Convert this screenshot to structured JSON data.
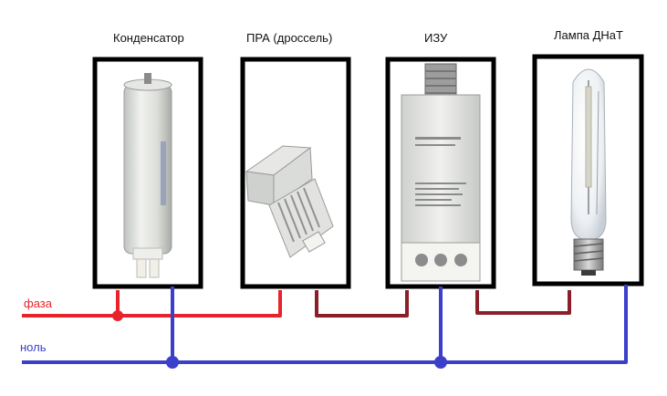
{
  "components": [
    {
      "id": "capacitor",
      "label": "Конденсатор"
    },
    {
      "id": "ballast",
      "label": "ПРА (дроссель)"
    },
    {
      "id": "igniter",
      "label": "ИЗУ"
    },
    {
      "id": "lamp",
      "label": "Лампа ДНаТ"
    }
  ],
  "lines": {
    "phase": {
      "label": "фаза",
      "color": "#e8232b"
    },
    "neutral": {
      "label": "ноль",
      "color": "#3b3fc9"
    },
    "link": {
      "color": "#8a1f2a"
    }
  }
}
